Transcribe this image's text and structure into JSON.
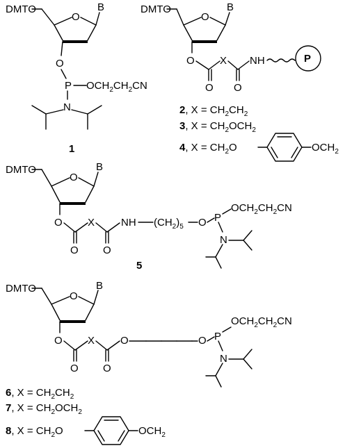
{
  "atoms": {
    "dmto": "DMTO",
    "o": "O",
    "b": "B",
    "p": "P",
    "n": "N",
    "x": "X",
    "nh": "NH",
    "ococn": "OCH2CH2CN",
    "o_ch2_ch2_cn": [
      "OCH",
      "2",
      "CH",
      "2",
      "CN"
    ],
    "ch2_5": [
      "(CH",
      "2",
      ")",
      "5"
    ],
    "support": "P"
  },
  "compounds": {
    "c1": {
      "number": "1"
    },
    "c5": {
      "number": "5"
    },
    "c2": {
      "number": "2",
      "caption": [
        ", X = CH",
        "2",
        "CH",
        "2"
      ]
    },
    "c3": {
      "number": "3",
      "caption": [
        ", X = CH",
        "2",
        "OCH",
        "2"
      ]
    },
    "c4": {
      "number": "4",
      "caption_left": [
        ", X = CH",
        "2",
        "O"
      ],
      "caption_right": [
        "OCH",
        "2"
      ]
    },
    "c6": {
      "number": "6",
      "caption": [
        ", X = CH",
        "2",
        "CH",
        "2"
      ]
    },
    "c7": {
      "number": "7",
      "caption": [
        ", X = CH",
        "2",
        "OCH",
        "2"
      ]
    },
    "c8": {
      "number": "8",
      "caption_left": [
        ", X = CH",
        "2",
        "O"
      ],
      "caption_right": [
        "OCH",
        "2"
      ]
    }
  }
}
